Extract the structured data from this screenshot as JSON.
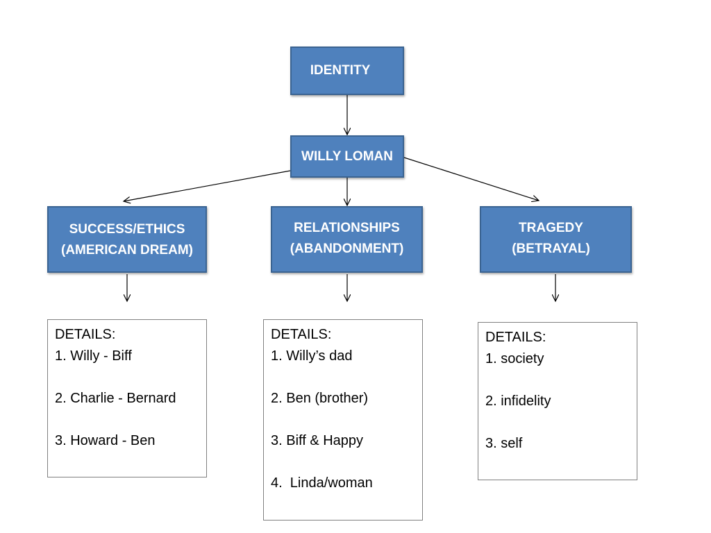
{
  "diagram": {
    "nodes": {
      "identity": "IDENTITY",
      "willy_loman": "WILLY LOMAN",
      "success": "SUCCESS/ETHICS\n(AMERICAN DREAM)",
      "relationships": "RELATIONSHIPS\n(ABANDONMENT)",
      "tragedy": "TRAGEDY\n(BETRAYAL)"
    },
    "details": [
      {
        "heading": "DETAILS:",
        "items": [
          "1. Willy - Biff",
          "2. Charlie - Bernard",
          "3. Howard - Ben"
        ]
      },
      {
        "heading": "DETAILS:",
        "items": [
          "1. Willy’s dad",
          "2. Ben (brother)",
          "3. Biff & Happy",
          "4.  Linda/woman"
        ]
      },
      {
        "heading": "DETAILS:",
        "items": [
          "1. society",
          "2. infidelity",
          "3. self"
        ]
      }
    ],
    "colors": {
      "node_fill": "#4f81bd",
      "node_border": "#3a6391",
      "node_text": "#ffffff",
      "arrow": "#000000"
    }
  }
}
